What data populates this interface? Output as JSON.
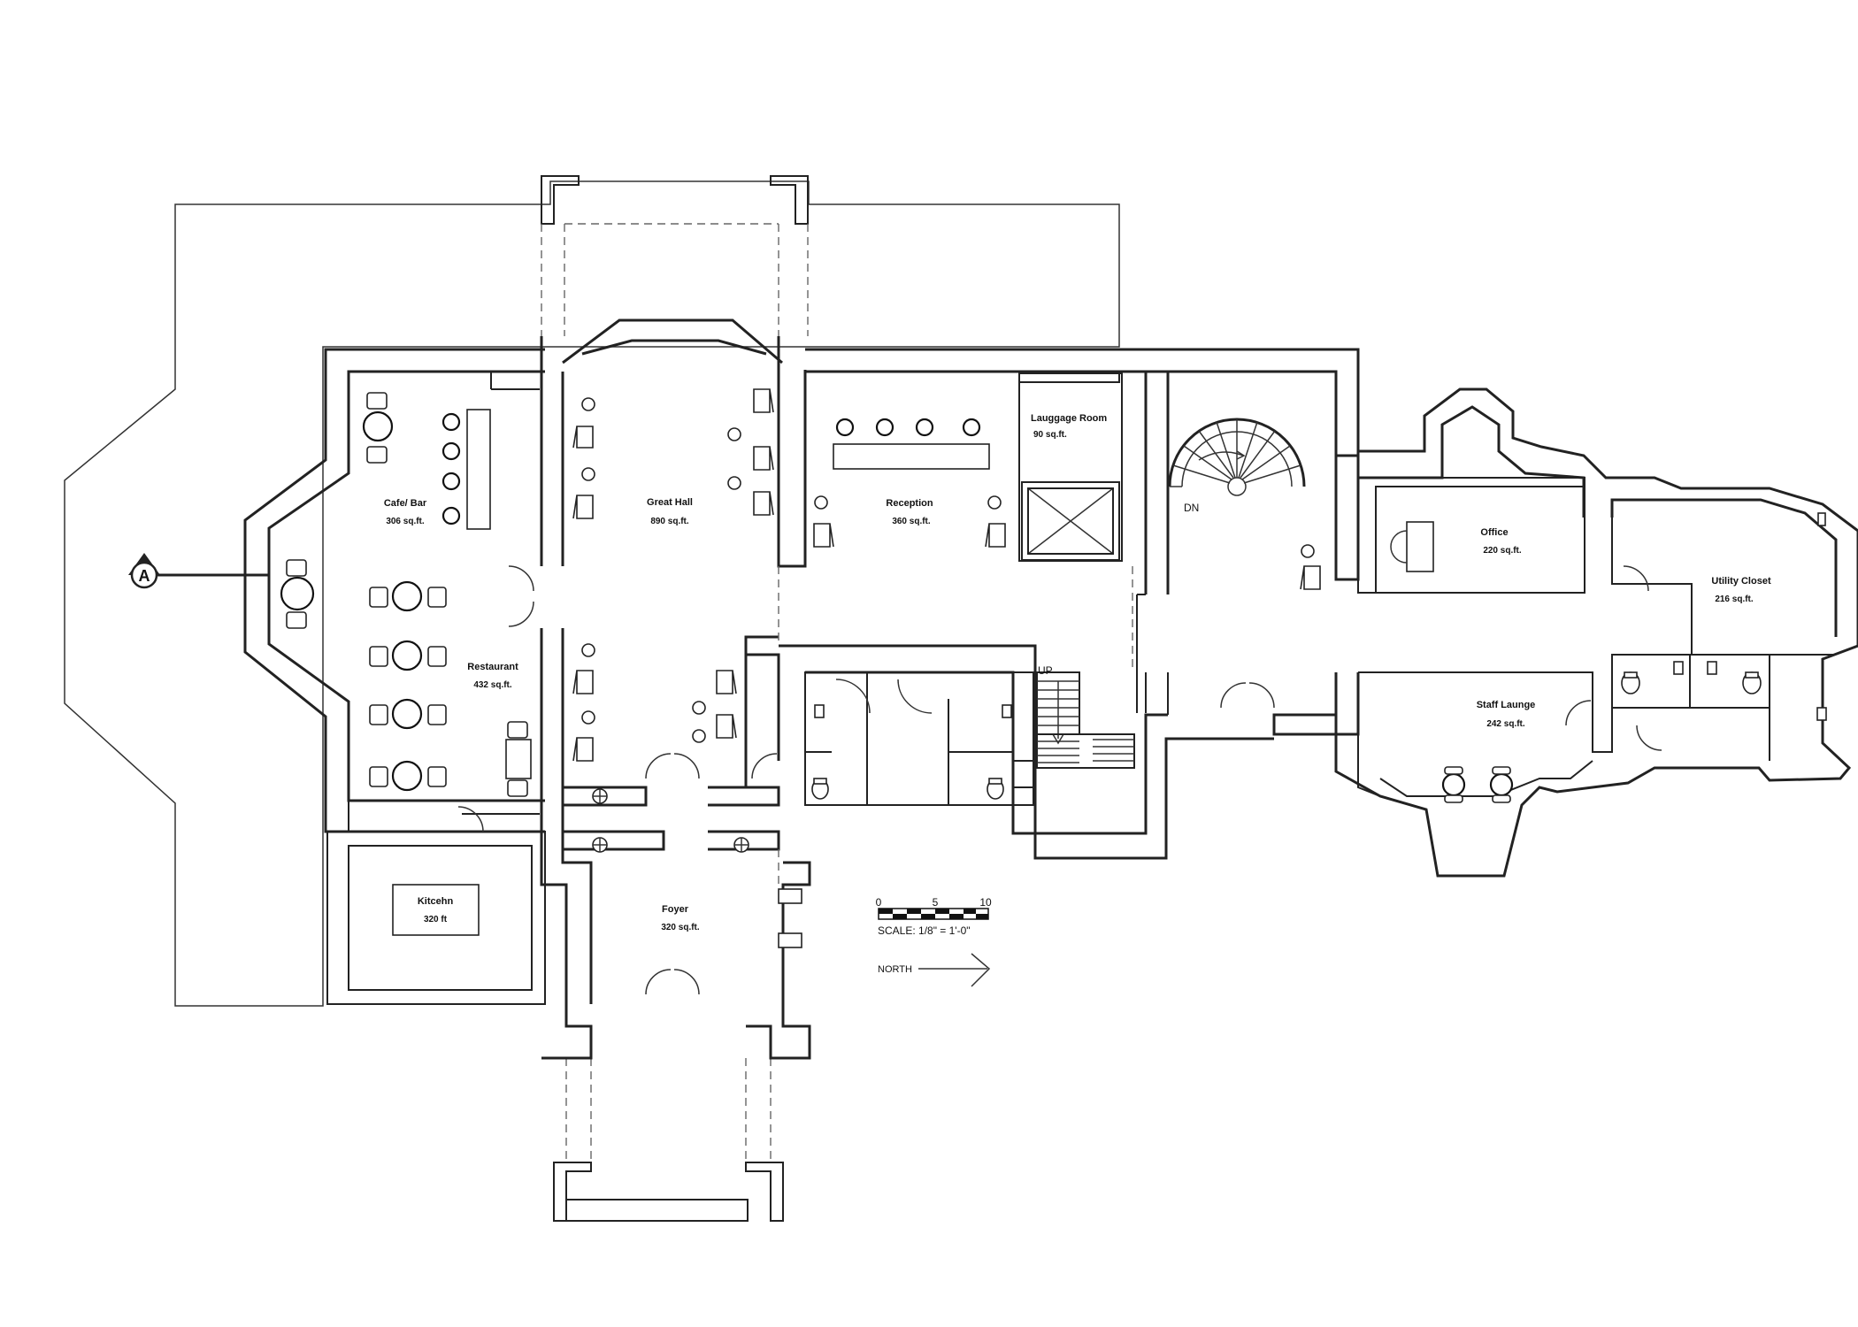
{
  "rooms": {
    "cafe_bar": {
      "name": "Cafe/ Bar",
      "area": "306 sq.ft."
    },
    "restaurant": {
      "name": "Restaurant",
      "area": "432 sq.ft."
    },
    "kitchen": {
      "name": "Kitcehn",
      "area": "320 ft"
    },
    "great_hall": {
      "name": "Great Hall",
      "area": "890 sq.ft."
    },
    "foyer": {
      "name": "Foyer",
      "area": "320 sq.ft."
    },
    "reception": {
      "name": "Reception",
      "area": "360 sq.ft."
    },
    "luggage_room": {
      "name": "Lauggage Room",
      "area": "90 sq.ft."
    },
    "office": {
      "name": "Office",
      "area": "220 sq.ft."
    },
    "utility_closet": {
      "name": "Utility Closet",
      "area": "216 sq.ft."
    },
    "staff_lounge": {
      "name": "Staff Launge",
      "area": "242 sq.ft."
    }
  },
  "labels": {
    "section_marker": "A",
    "stair_up": "UP",
    "stair_down": "DN",
    "north": "NORTH"
  },
  "scale_bar": {
    "ticks": [
      "0",
      "5",
      "10"
    ],
    "text": "SCALE: 1/8\" = 1'-0\""
  }
}
